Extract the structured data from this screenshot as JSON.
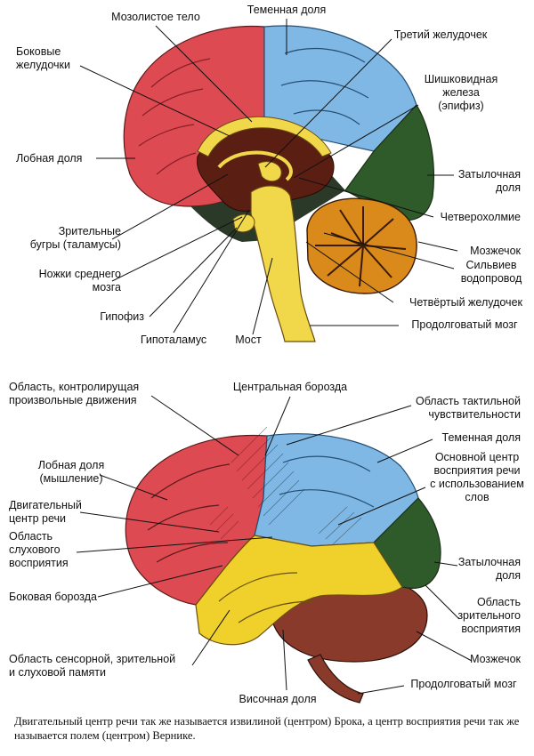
{
  "colors": {
    "frontal": "#dd4a52",
    "parietal": "#7fb8e4",
    "occipital": "#2f5a2a",
    "temporal": "#f0d02a",
    "brainstem": "#f0d84a",
    "cerebellum": "#d98a1a",
    "cerebellum_dark": "#3a1a08",
    "interior": "#5a1e12",
    "dark_olive": "#2b3a28",
    "cerebellum_lateral": "#8a3a2a",
    "line": "#111111"
  },
  "icons": [
    "sagittal-brain-illustration",
    "lateral-brain-illustration"
  ],
  "sagittal": {
    "labels": {
      "corpus_callosum": "Мозолистое тело",
      "parietal_lobe": "Теменная доля",
      "lateral_ventricles": [
        "Боковые",
        "желудочки"
      ],
      "third_ventricle": "Третий желудочек",
      "pineal_gland": [
        "Шишковидная",
        "железа",
        "(эпифиз)"
      ],
      "frontal_lobe": "Лобная доля",
      "occipital_lobe": [
        "Затылочная",
        "доля"
      ],
      "quadrigemina": "Четверохолмие",
      "thalamus": [
        "Зрительные",
        "бугры (таламусы)"
      ],
      "cerebellum": "Мозжечок",
      "midbrain_peduncles": [
        "Ножки среднего",
        "мозга"
      ],
      "aqueduct": [
        "Сильвиев",
        "водопровод"
      ],
      "fourth_ventricle": "Четвёртый желудочек",
      "pituitary": "Гипофиз",
      "hypothalamus": "Гипоталамус",
      "pons": "Мост",
      "medulla": "Продолговатый мозг"
    }
  },
  "lateral": {
    "labels": {
      "voluntary_movement": [
        "Область, контролирущая",
        "произвольные движения"
      ],
      "central_sulcus": "Центральная борозда",
      "tactile": [
        "Область тактильной",
        "чувствительности"
      ],
      "parietal_lobe": "Теменная доля",
      "frontal_lobe": [
        "Лобная доля",
        "(мышление)"
      ],
      "speech_perception": [
        "Основной центр",
        "восприятия речи",
        "с использованием",
        "слов"
      ],
      "motor_speech": [
        "Двигательный",
        "центр речи"
      ],
      "auditory": [
        "Область",
        "слухового",
        "восприятия"
      ],
      "occipital_lobe": [
        "Затылочная",
        "доля"
      ],
      "lateral_sulcus": "Боковая борозда",
      "visual": [
        "Область",
        "зрительного",
        "восприятия"
      ],
      "memory": [
        "Область сенсорной, зрительной",
        "и слуховой памяти"
      ],
      "cerebellum": "Мозжечок",
      "temporal_lobe": "Височная доля",
      "medulla": "Продолговатый мозг"
    }
  },
  "caption": "Двигательный центр речи так же называется извилиной (центром) Брока, а центр восприятия речи так же называется полем (центром) Вернике."
}
